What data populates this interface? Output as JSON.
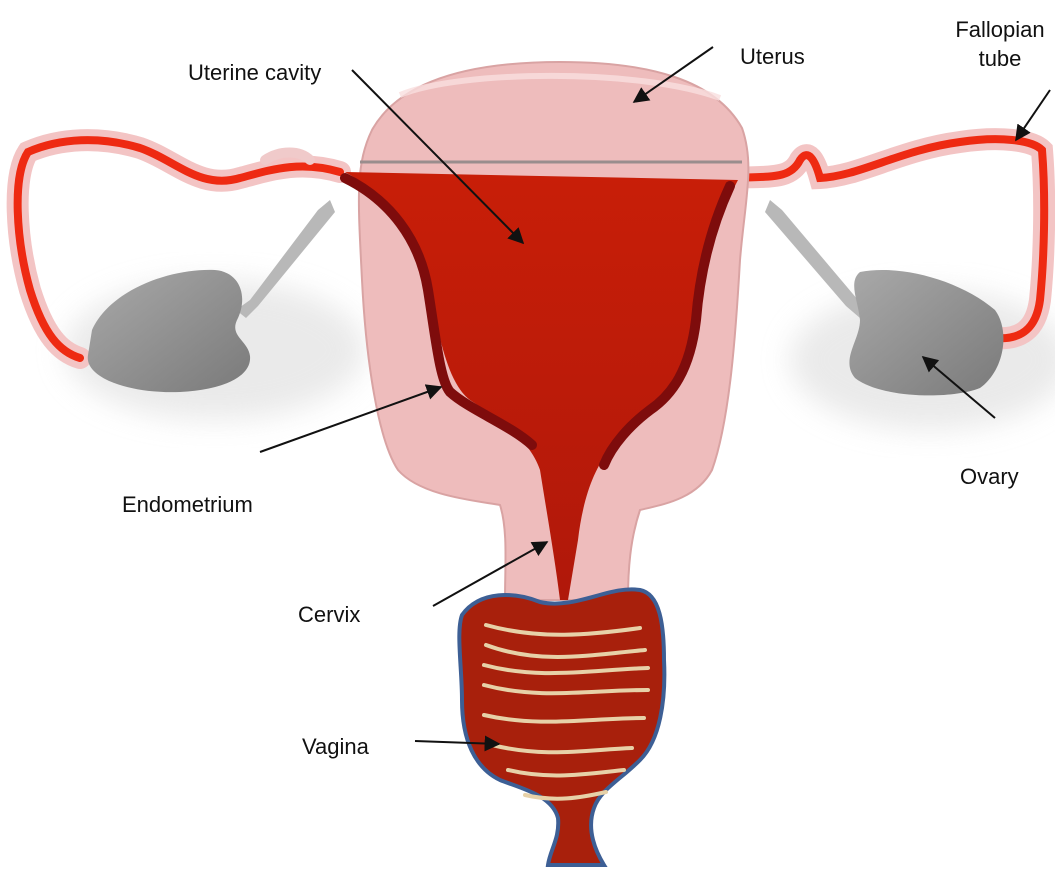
{
  "labels": {
    "uterine_cavity": "Uterine cavity",
    "uterus": "Uterus",
    "fallopian_tube_line1": "Fallopian",
    "fallopian_tube_line2": "tube",
    "endometrium": "Endometrium",
    "ovary": "Ovary",
    "cervix": "Cervix",
    "vagina": "Vagina"
  },
  "colors": {
    "uterus_wall": "#eebcbc",
    "uterus_wall_edge": "#d9a3a3",
    "cavity": "#c91e0a",
    "endometrium_edge": "#7e0c0c",
    "fallopian_tube": "#ee2a12",
    "ovary": "#8f8f8f",
    "vagina_fill": "#a8200c",
    "vagina_outline": "#3d5f95",
    "rugae": "#e7d1a8",
    "arrow": "#111111"
  }
}
